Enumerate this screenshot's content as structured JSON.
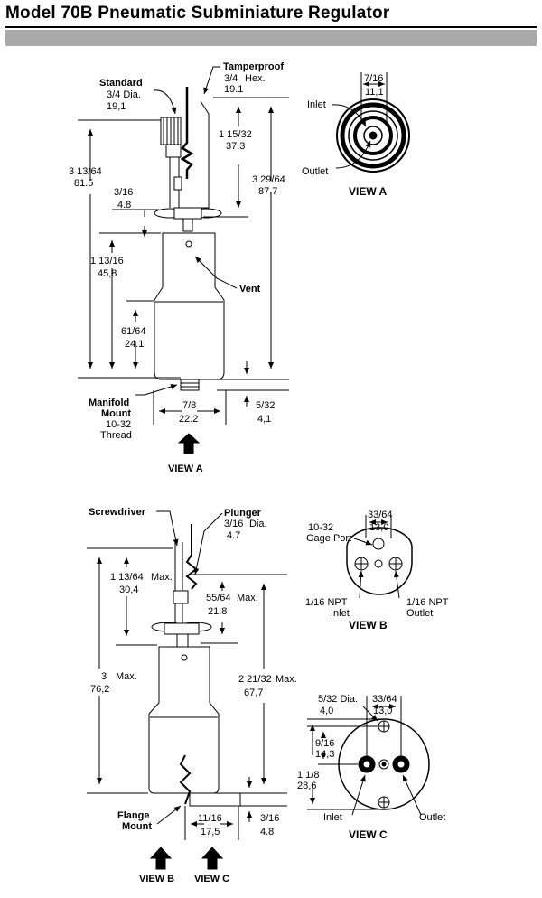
{
  "page": {
    "title": "Model 70B Pneumatic Subminiature Regulator"
  },
  "top": {
    "standard_label": "Standard",
    "standard_dim": "3/4 Dia.",
    "standard_dim_mm": "19,1",
    "tamper_label": "Tamperproof",
    "tamper_dim": "3/4",
    "tamper_hex": "Hex.",
    "tamper_mm": "19.1",
    "dim_a": "3 13/64",
    "dim_a_mm": "81.5",
    "dim_b": "1 15/32",
    "dim_b_mm": "37.3",
    "dim_c": "3 29/64",
    "dim_c_mm": "87,7",
    "dim_d": "3/16",
    "dim_d_mm": "4.8",
    "dim_e": "1 13/16",
    "dim_e_mm": "45,8",
    "dim_f": "61/64",
    "dim_f_mm": "24.1",
    "dim_g": "7/8",
    "dim_g_mm": "22.2",
    "dim_h": "5/32",
    "dim_h_mm": "4,1",
    "vent_label": "Vent",
    "manifold_1": "Manifold",
    "manifold_2": "Mount",
    "manifold_3": "10-32",
    "manifold_4": "Thread",
    "view_a_arrow": "VIEW A"
  },
  "view_a": {
    "dim": "7/16",
    "dim_mm": "11,1",
    "inlet": "Inlet",
    "outlet": "Outlet",
    "title": "VIEW A"
  },
  "bottom": {
    "screwdriver": "Screwdriver",
    "plunger": "Plunger",
    "plunger_dim": "3/16",
    "plunger_dia": "Dia.",
    "plunger_mm": "4.7",
    "dim_a": "1 13/64",
    "dim_a_max": "Max.",
    "dim_a_mm": "30,4",
    "dim_b": "55/64",
    "dim_b_max": "Max.",
    "dim_b_mm": "21.8",
    "dim_c": "3",
    "dim_c_max": "Max.",
    "dim_c_mm": "76,2",
    "dim_d": "2 21/32",
    "dim_d_max": "Max.",
    "dim_d_mm": "67,7",
    "flange_1": "Flange",
    "flange_2": "Mount",
    "dim_e": "11/16",
    "dim_e_mm": "17,5",
    "dim_f": "3/16",
    "dim_f_mm": "4.8",
    "view_b_arrow": "VIEW B",
    "view_c_arrow": "VIEW C"
  },
  "view_b": {
    "dim": "33/64",
    "dim_mm": "13,0",
    "gage_1": "10-32",
    "gage_2": "Gage Port",
    "npt_in_1": "1/16 NPT",
    "npt_in_2": "Inlet",
    "npt_out_1": "1/16 NPT",
    "npt_out_2": "Outlet",
    "title": "VIEW B"
  },
  "view_c": {
    "dim_dia": "5/32 Dia.",
    "dim_dia_mm": "4,0",
    "dim_w": "33/64",
    "dim_w_mm": "13,0",
    "dim_h1": "9/16",
    "dim_h1_mm": "14,3",
    "dim_h2": "1 1/8",
    "dim_h2_mm": "28,6",
    "inlet": "Inlet",
    "outlet": "Outlet",
    "title": "VIEW C"
  }
}
